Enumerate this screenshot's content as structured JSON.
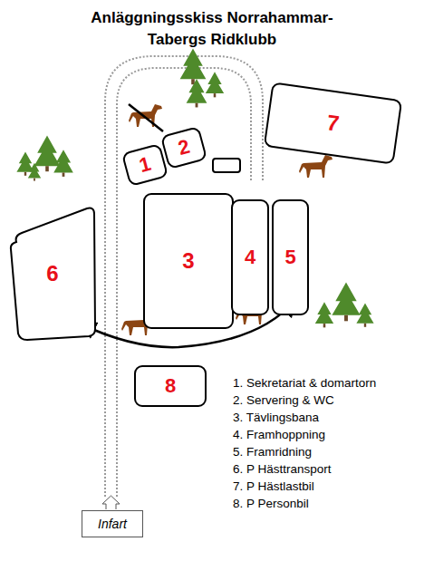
{
  "diagram": {
    "title": "Anläggningsskiss Norrahammar- Tabergs Ridklubb",
    "nodes": [
      {
        "text": [
          "1"
        ]
      },
      {
        "text": [
          "2"
        ]
      },
      {
        "text": [
          "3"
        ]
      },
      {
        "text": [
          "4"
        ]
      },
      {
        "text": [
          "5"
        ]
      },
      {
        "text": [
          "6"
        ]
      },
      {
        "text": [
          "7"
        ]
      },
      {
        "text": [
          "8"
        ]
      },
      {
        "text": [
          "Infart"
        ]
      }
    ],
    "edges": [
      {
        "from": 5,
        "to": 4,
        "arrow": "both"
      }
    ],
    "labels": [
      "1. Sekretariat & domartorn",
      "2. Servering & WC",
      "3. Tävlingsbana",
      "4. Framhoppning",
      "5. Framridning",
      "6. P Hästtransport",
      "7. P Hästlastbil",
      "8. P Personbil"
    ]
  }
}
